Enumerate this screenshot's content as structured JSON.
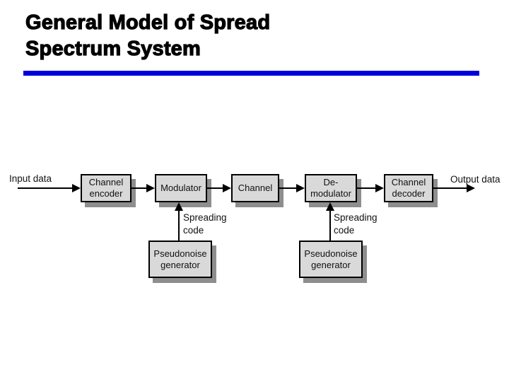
{
  "slide": {
    "title": "General Model of Spread Spectrum System",
    "title_display": "General Model of Spread\nSpectrum System",
    "accent_rule_color": "#0000dd",
    "background_color": "#ffffff"
  },
  "diagram": {
    "type": "block-diagram",
    "colors": {
      "box_fill": "#d9d9d9",
      "box_border": "#000000",
      "box_shadow": "#8e8e8e",
      "arrow": "#000000"
    },
    "input_label": "Input data",
    "output_label": "Output data",
    "boxes": {
      "channel_encoder": {
        "label": "Channel\nencoder"
      },
      "modulator": {
        "label": "Modulator"
      },
      "channel": {
        "label": "Channel"
      },
      "demodulator": {
        "label": "De-\nmodulator"
      },
      "channel_decoder": {
        "label": "Channel\ndecoder"
      },
      "pn_generator_left": {
        "label": "Pseudonoise\ngenerator"
      },
      "pn_generator_right": {
        "label": "Pseudonoise\ngenerator"
      }
    },
    "annotations": {
      "spreading_code_left": "Spreading\ncode",
      "spreading_code_right": "Spreading\ncode"
    },
    "flow": [
      "Input data",
      "Channel encoder",
      "Modulator",
      "Channel",
      "De-modulator",
      "Channel decoder",
      "Output data"
    ]
  }
}
